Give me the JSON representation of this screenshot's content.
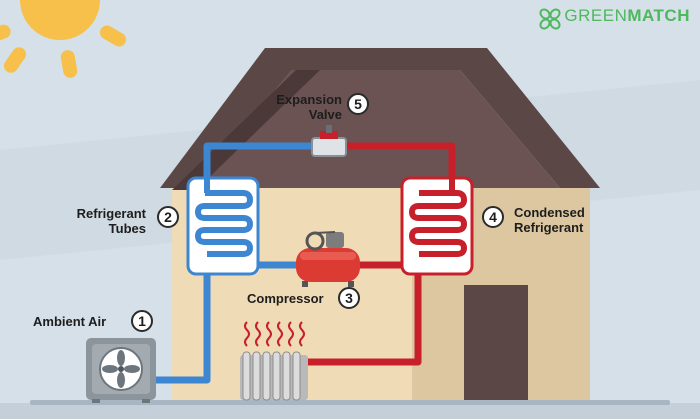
{
  "brand": {
    "name_light": "GREEN",
    "name_bold": "MATCH"
  },
  "colors": {
    "cold": "#3d86d1",
    "hot": "#c8202b",
    "wall": "#efdcb6",
    "roof": "#5b4746",
    "door": "#5b4746",
    "accent_brand": "#4eb85d"
  },
  "steps": [
    {
      "number": "1",
      "label_lines": [
        "Ambient Air"
      ]
    },
    {
      "number": "2",
      "label_lines": [
        "Refrigerant",
        "Tubes"
      ]
    },
    {
      "number": "3",
      "label_lines": [
        "Compressor"
      ]
    },
    {
      "number": "4",
      "label_lines": [
        "Condensed",
        "Refrigerant"
      ]
    },
    {
      "number": "5",
      "label_lines": [
        "Expansion",
        "Valve"
      ]
    }
  ]
}
